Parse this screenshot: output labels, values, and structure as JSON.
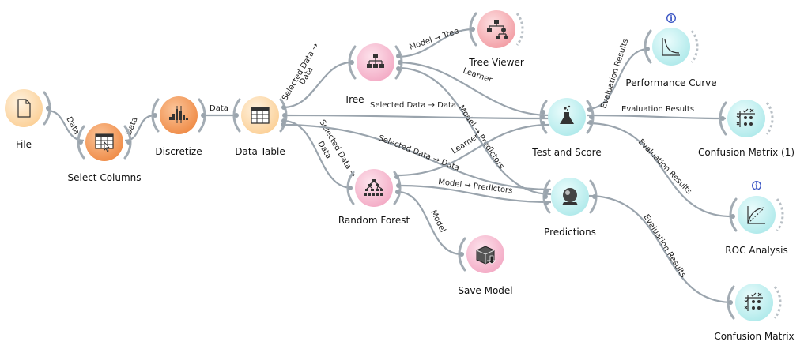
{
  "colors": {
    "data_orange": "#fcd9a8",
    "transform_orange": "#f59e5d",
    "model_pink": "#f7bcd0",
    "visual_pink": "#f7b0b5",
    "eval_cyan": "#bfeff0",
    "edge": "#9aa4ad"
  },
  "nodes": [
    {
      "id": "file",
      "label": "File",
      "icon": "file-icon"
    },
    {
      "id": "select_columns",
      "label": "Select Columns",
      "icon": "select-columns-icon"
    },
    {
      "id": "discretize",
      "label": "Discretize",
      "icon": "discretize-icon"
    },
    {
      "id": "data_table",
      "label": "Data Table",
      "icon": "table-icon"
    },
    {
      "id": "tree",
      "label": "Tree",
      "icon": "tree-icon"
    },
    {
      "id": "tree_viewer",
      "label": "Tree Viewer",
      "icon": "tree-viewer-icon"
    },
    {
      "id": "random_forest",
      "label": "Random Forest",
      "icon": "random-forest-icon"
    },
    {
      "id": "save_model",
      "label": "Save Model",
      "icon": "save-model-icon"
    },
    {
      "id": "test_score",
      "label": "Test and Score",
      "icon": "flask-icon"
    },
    {
      "id": "predictions",
      "label": "Predictions",
      "icon": "crystal-ball-icon"
    },
    {
      "id": "perf_curve",
      "label": "Performance Curve",
      "icon": "performance-curve-icon"
    },
    {
      "id": "confusion1",
      "label": "Confusion Matrix (1)",
      "icon": "confusion-matrix-icon"
    },
    {
      "id": "roc",
      "label": "ROC Analysis",
      "icon": "roc-curve-icon"
    },
    {
      "id": "confusion",
      "label": "Confusion Matrix",
      "icon": "confusion-matrix-icon"
    }
  ],
  "edges": [
    {
      "label": "Data"
    },
    {
      "label": "Data"
    },
    {
      "label": "Data"
    },
    {
      "label": "Selected Data →"
    },
    {
      "label": "Data"
    },
    {
      "label": "Model → Tree"
    },
    {
      "label": "Learner"
    },
    {
      "label": "Model → Predictors"
    },
    {
      "label": "Selected Data → Data"
    },
    {
      "label": "Selected Data →"
    },
    {
      "label": "Data"
    },
    {
      "label": "Selected Data → Data"
    },
    {
      "label": "Learner"
    },
    {
      "label": "Model → Predictors"
    },
    {
      "label": "Model"
    },
    {
      "label": "Evaluation Results"
    },
    {
      "label": "Evaluation Results"
    },
    {
      "label": "Evaluation Results"
    },
    {
      "label": "Evaluation Results"
    }
  ],
  "info_badge": "i"
}
